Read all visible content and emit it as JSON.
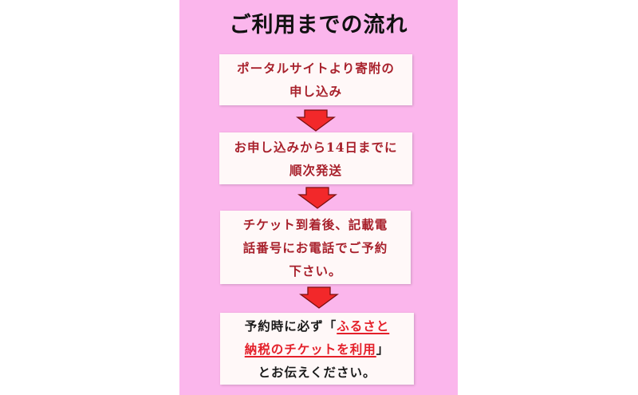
{
  "title": "ご利用までの流れ",
  "colors": {
    "panel_bg": "#fbb6ec",
    "box_bg": "#fff8f8",
    "step_text": "#a8212c",
    "note_text": "#1a1a1a",
    "highlight_red": "#e4202a",
    "arrow_fill": "#f2282a",
    "arrow_stroke": "#7a1010"
  },
  "steps": [
    {
      "lines": [
        "ポータルサイトより寄附の",
        "申し込み"
      ]
    },
    {
      "lines": [
        "お申し込みから14日までに",
        "順次発送"
      ]
    },
    {
      "lines": [
        "チケット到着後、記載電",
        "話番号にお電話でご予約",
        "下さい。"
      ]
    },
    {
      "line1_prefix": "予約時に必ず「",
      "line1_highlight": "ふるさと",
      "line2_highlight": "納税のチケットを利用",
      "line2_suffix": "」",
      "line3": "とお伝えください。"
    }
  ],
  "arrows": [
    {
      "icon": "down-arrow-icon"
    },
    {
      "icon": "down-arrow-icon"
    },
    {
      "icon": "down-arrow-icon"
    }
  ]
}
